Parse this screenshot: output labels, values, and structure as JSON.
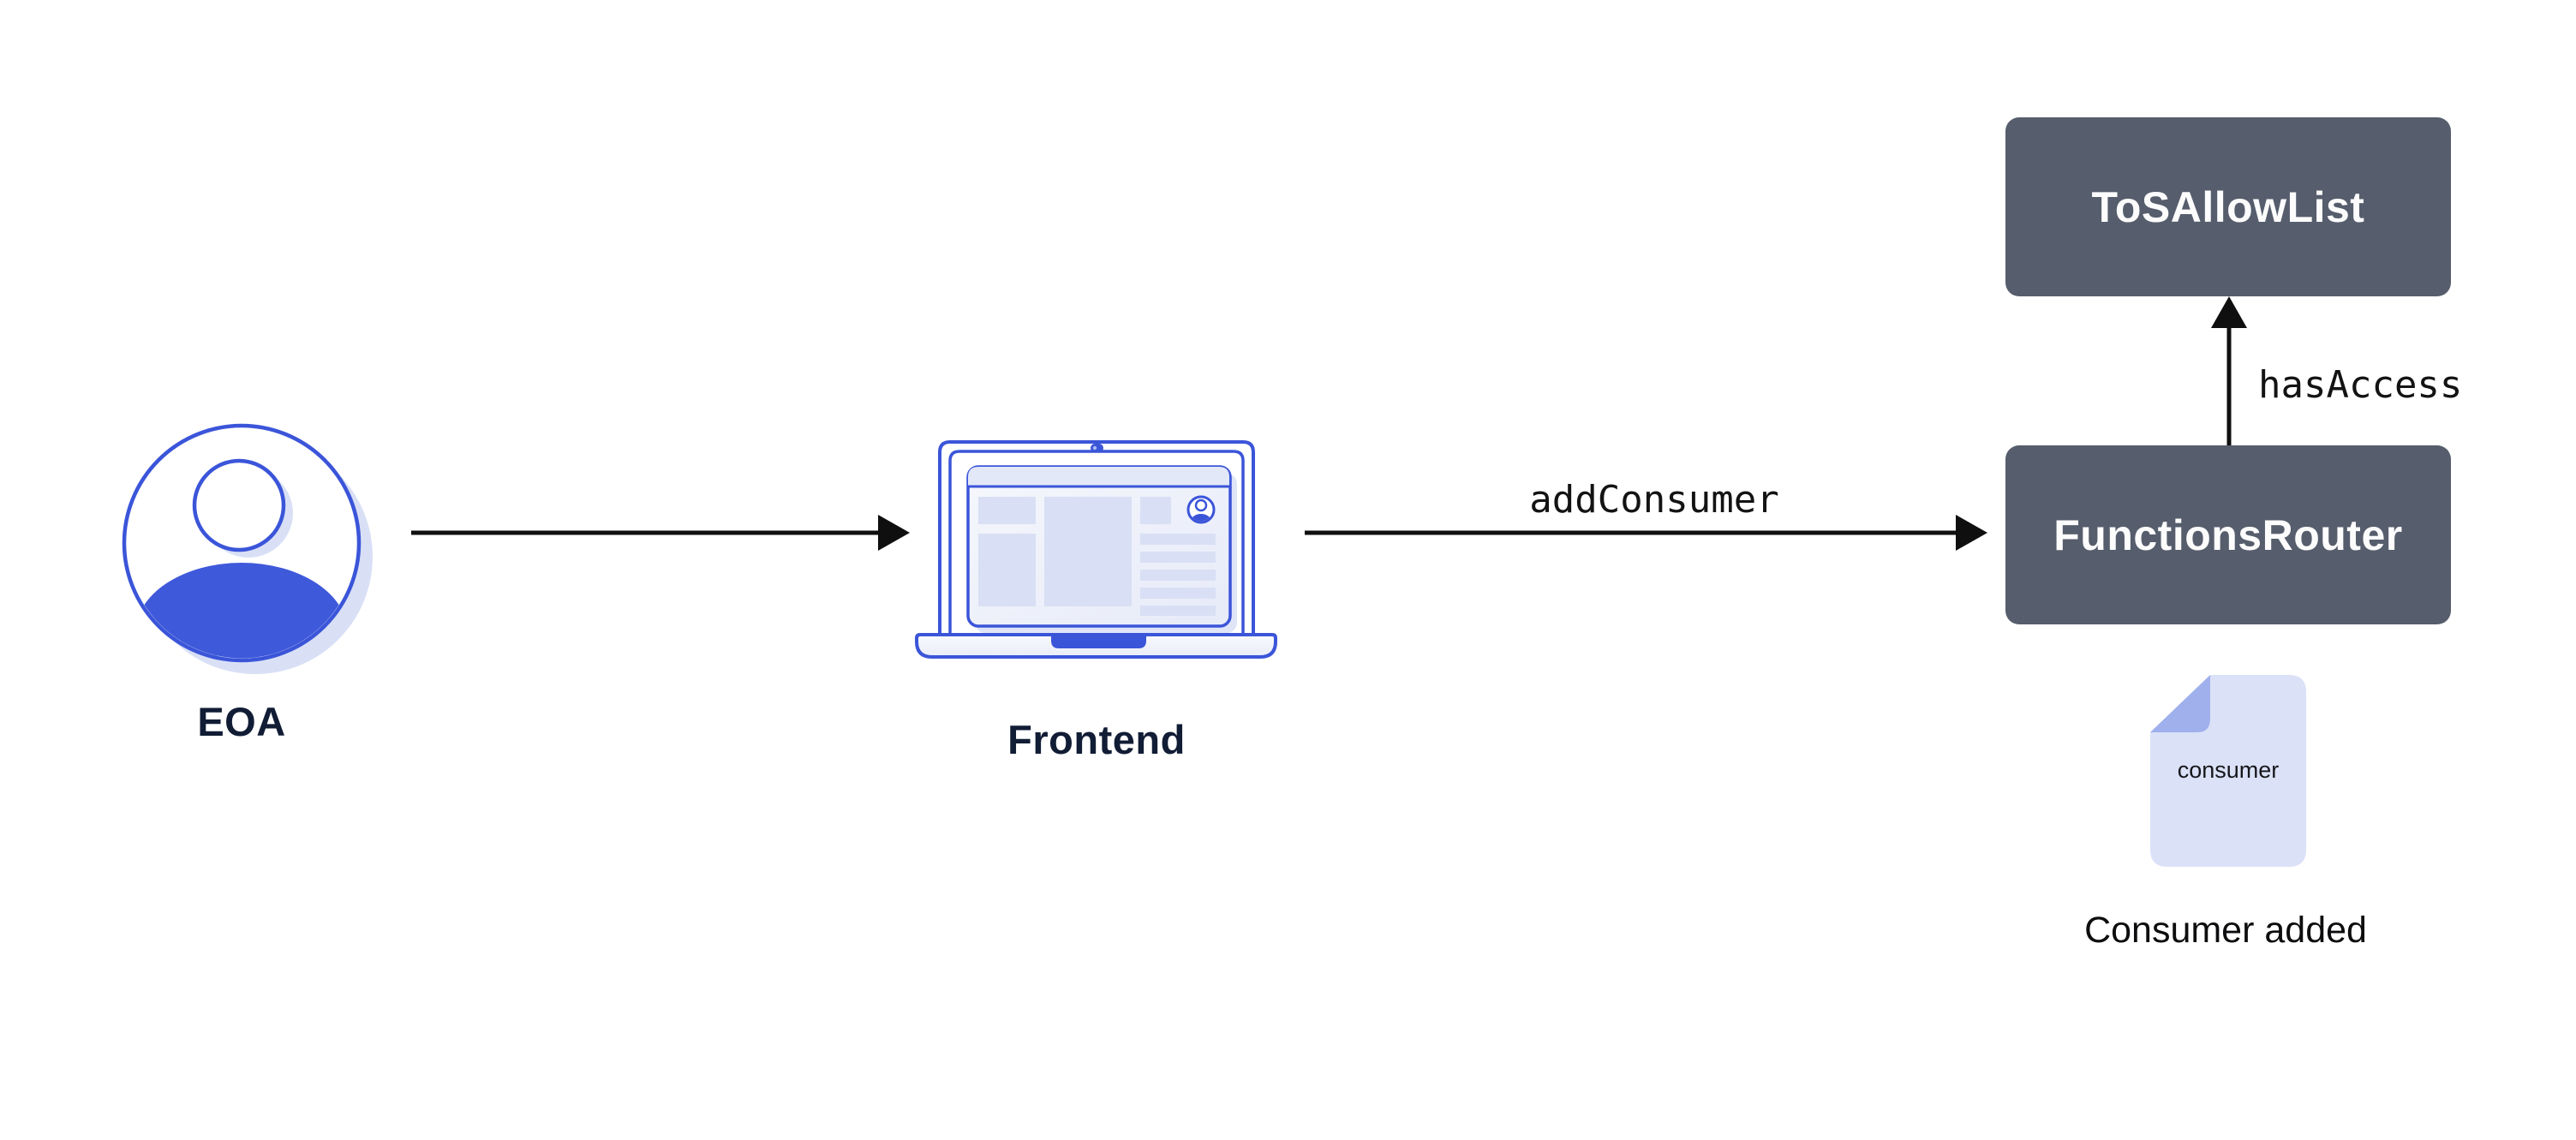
{
  "diagram": {
    "background": "#ffffff",
    "colors": {
      "accent_blue": "#3b55d9",
      "lavender_light": "#dbe1f7",
      "lavender_shadow": "#d9e0f6",
      "fold_blue": "#9fb0ec",
      "box_slate": "#565d6c",
      "box_text": "#fcfcfd",
      "label_navy": "#111c35",
      "arrow_black": "#0f0f0f"
    },
    "nodes": {
      "eoa": {
        "label": "EOA",
        "icon": "user-avatar-icon"
      },
      "frontend": {
        "label": "Frontend",
        "icon": "laptop-icon"
      },
      "functions_router": {
        "label": "FunctionsRouter"
      },
      "tos_allow_list": {
        "label": "ToSAllowList"
      },
      "consumer_doc": {
        "label": "consumer",
        "icon": "document-icon",
        "caption": "Consumer added"
      }
    },
    "edges": [
      {
        "from": "eoa",
        "to": "frontend",
        "label": ""
      },
      {
        "from": "frontend",
        "to": "functions_router",
        "label": "addConsumer"
      },
      {
        "from": "functions_router",
        "to": "tos_allow_list",
        "label": "hasAccess"
      }
    ]
  }
}
